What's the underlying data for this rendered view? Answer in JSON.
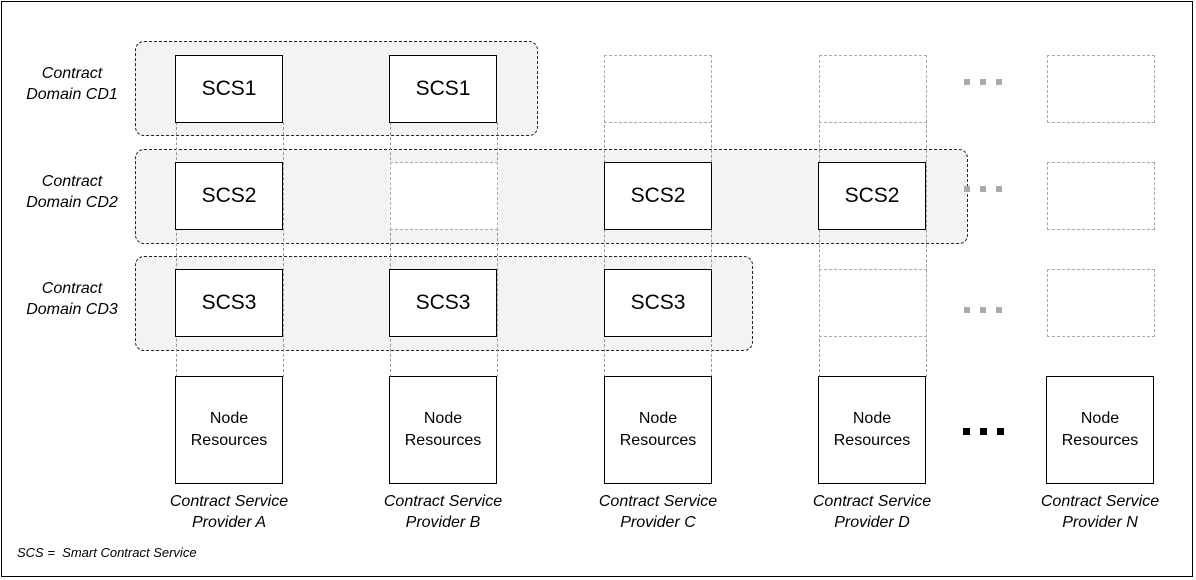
{
  "domains": [
    {
      "label_line1": "Contract",
      "label_line2": "Domain CD1"
    },
    {
      "label_line1": "Contract",
      "label_line2": "Domain CD2"
    },
    {
      "label_line1": "Contract",
      "label_line2": "Domain CD3"
    }
  ],
  "services": {
    "scs1": "SCS1",
    "scs2": "SCS2",
    "scs3": "SCS3"
  },
  "node": {
    "line1": "Node",
    "line2": "Resources"
  },
  "providers": [
    {
      "line1": "Contract Service",
      "line2": "Provider A"
    },
    {
      "line1": "Contract Service",
      "line2": "Provider B"
    },
    {
      "line1": "Contract Service",
      "line2": "Provider C"
    },
    {
      "line1": "Contract Service",
      "line2": "Provider D"
    },
    {
      "line1": "Contract Service",
      "line2": "Provider N"
    }
  ],
  "legend": {
    "abbr": "SCS",
    "equals": " =  ",
    "meaning": "Smart Contract Service"
  },
  "colors": {
    "domain_fill": "#f3f3f3",
    "empty_slot": "#aaaaaa",
    "dots_grey": "#aaaaaa"
  }
}
